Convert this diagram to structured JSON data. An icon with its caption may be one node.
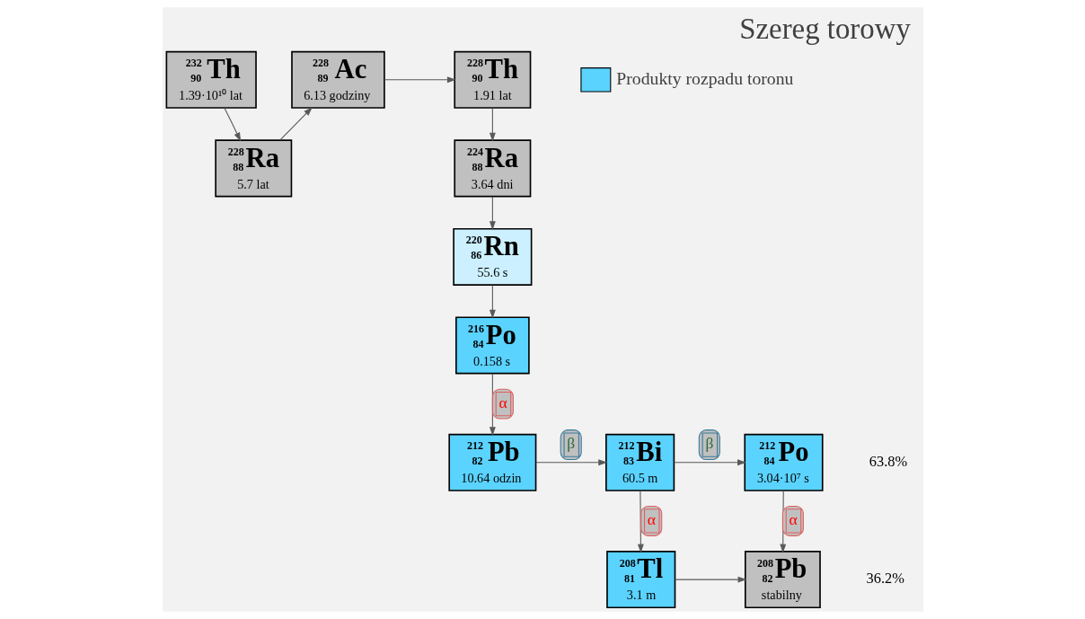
{
  "diagram": {
    "title": "Szereg torowy",
    "nodes": [
      {
        "text": [
          "232",
          "90",
          "Th",
          "1.39·10¹⁰ lat"
        ]
      },
      {
        "text": [
          "228",
          "88",
          "Ra",
          "5.7 lat"
        ]
      },
      {
        "text": [
          "228",
          "89",
          "Ac",
          "6.13 godziny"
        ]
      },
      {
        "text": [
          "228",
          "90",
          "Th",
          "1.91 lat"
        ]
      },
      {
        "text": [
          "224",
          "88",
          "Ra",
          "3.64 dni"
        ]
      },
      {
        "text": [
          "220",
          "86",
          "Rn",
          "55.6 s"
        ]
      },
      {
        "text": [
          "216",
          "84",
          "Po",
          "0.158 s"
        ]
      },
      {
        "text": [
          "212",
          "82",
          "Pb",
          "10.64 odzin"
        ]
      },
      {
        "text": [
          "212",
          "83",
          "Bi",
          "60.5 m"
        ]
      },
      {
        "text": [
          "212",
          "84",
          "Po",
          "3.04·10⁷ s"
        ]
      },
      {
        "text": [
          "208",
          "81",
          "Tl",
          "3.1 m"
        ]
      },
      {
        "text": [
          "208",
          "82",
          "Pb",
          "stabilny"
        ]
      }
    ],
    "edges": [
      {
        "from": 0,
        "to": 1,
        "arrow": "to"
      },
      {
        "from": 1,
        "to": 2,
        "arrow": "to"
      },
      {
        "from": 2,
        "to": 3,
        "arrow": "to"
      },
      {
        "from": 3,
        "to": 4,
        "arrow": "to"
      },
      {
        "from": 4,
        "to": 5,
        "arrow": "to"
      },
      {
        "from": 5,
        "to": 6,
        "arrow": "to"
      },
      {
        "from": 6,
        "to": 7,
        "arrow": "to",
        "label": "α"
      },
      {
        "from": 7,
        "to": 8,
        "arrow": "to",
        "label": "β"
      },
      {
        "from": 8,
        "to": 9,
        "arrow": "to",
        "label": "β"
      },
      {
        "from": 8,
        "to": 10,
        "arrow": "to",
        "label": "α"
      },
      {
        "from": 9,
        "to": 11,
        "arrow": "to",
        "label": "α"
      },
      {
        "from": 10,
        "to": 11,
        "arrow": "to"
      }
    ],
    "labels": [
      "63.8%",
      "36.2%"
    ],
    "legend": [
      {
        "text": "Produkty rozpadu toronu",
        "color": "#5bd3ff"
      }
    ]
  }
}
